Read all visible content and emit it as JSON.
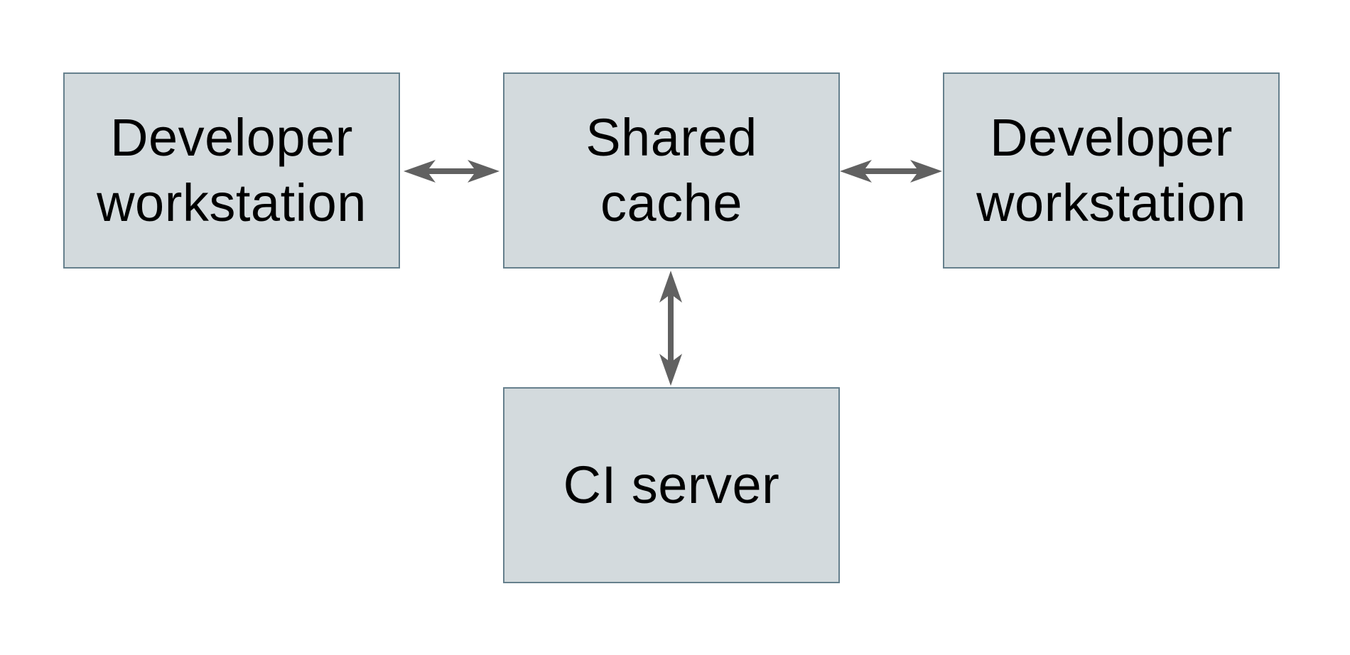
{
  "diagram": {
    "title": "",
    "nodes": {
      "developer_workstation_left": {
        "label": "Developer\nworkstation"
      },
      "shared_cache": {
        "label": "Shared\ncache"
      },
      "developer_workstation_right": {
        "label": "Developer\nworkstation"
      },
      "ci_server": {
        "label": "CI server"
      }
    },
    "edges": [
      {
        "from": "developer_workstation_left",
        "to": "shared_cache",
        "style": "double-headed-arrow"
      },
      {
        "from": "shared_cache",
        "to": "developer_workstation_right",
        "style": "double-headed-arrow"
      },
      {
        "from": "shared_cache",
        "to": "ci_server",
        "style": "double-headed-arrow"
      }
    ]
  },
  "colors": {
    "node-fill": "#d3dadd",
    "node-border": "#66808d",
    "arrow": "#616161",
    "text": "#000000",
    "canvas": "#ffffff"
  }
}
